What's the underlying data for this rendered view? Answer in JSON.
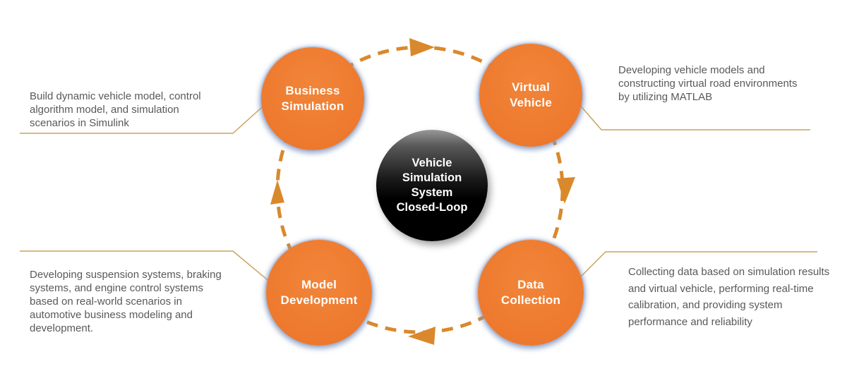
{
  "center_node": {
    "label": "Vehicle\nSimulation\nSystem\nClosed-Loop"
  },
  "nodes": [
    {
      "id": "business-simulation",
      "label": "Business\nSimulation",
      "description": "Build dynamic vehicle model, control\nalgorithm model, and simulation\nscenarios in Simulink"
    },
    {
      "id": "virtual-vehicle",
      "label": "Virtual\nVehicle",
      "description": "Developing vehicle models and\nconstructing virtual road environments\nby utilizing MATLAB"
    },
    {
      "id": "model-development",
      "label": "Model\nDevelopment",
      "description": "Developing suspension systems, braking\nsystems, and engine control systems\nbased on real-world scenarios in\nautomotive business modeling and\ndevelopment."
    },
    {
      "id": "data-collection",
      "label": "Data\nCollection",
      "description": "Collecting data based on simulation results\nand virtual vehicle, performing real-time\ncalibration, and providing system\nperformance and reliability"
    }
  ],
  "cycle": {
    "flow": "clockwise"
  },
  "colors": {
    "node_fill": "#EE7B2F",
    "ring_and_arrows": "#D9892C",
    "callout_line": "#C8A45F",
    "description_text": "#595959",
    "node_label_text": "#FFFFFF",
    "center_fill": "#000000",
    "node_glow": "#8CA5C8"
  }
}
